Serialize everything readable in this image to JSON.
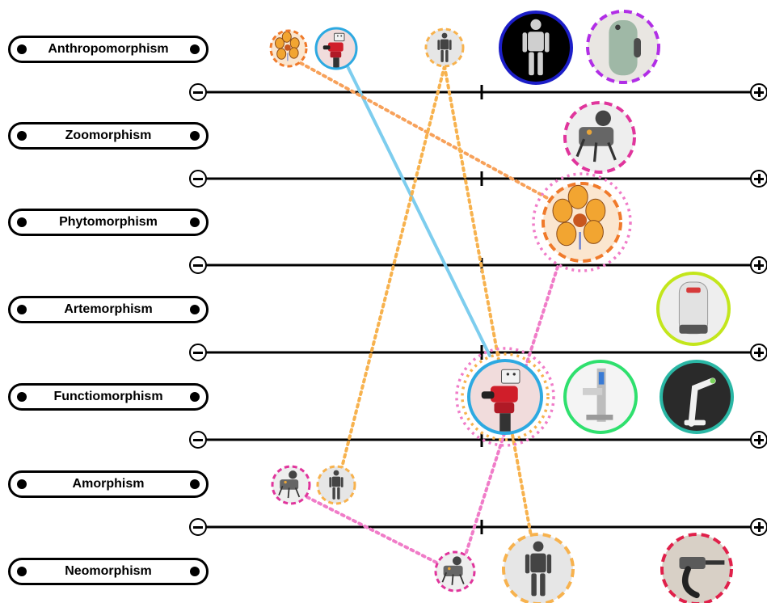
{
  "categories": [
    {
      "id": "anthropomorphism",
      "label": "Anthropomorphism"
    },
    {
      "id": "zoomorphism",
      "label": "Zoomorphism"
    },
    {
      "id": "phytomorphism",
      "label": "Phytomorphism"
    },
    {
      "id": "artemorphism",
      "label": "Artemorphism"
    },
    {
      "id": "functiomorphism",
      "label": "Functiomorphism"
    },
    {
      "id": "amorphism",
      "label": "Amorphism"
    },
    {
      "id": "neomorphism",
      "label": "Neomorphism"
    }
  ],
  "scale": {
    "low_icon": "minus-circle-icon",
    "high_icon": "plus-circle-icon"
  },
  "colors": {
    "orange": "#f07a2a",
    "light_orange": "#f7b24e",
    "blue": "#2da9e1",
    "light_blue": "#7dcdee",
    "magenta": "#e0359c",
    "pink": "#f07cc8",
    "purple": "#b12ee6",
    "navy": "#1c1ec8",
    "lime": "#c3e61c",
    "green": "#2fe06e",
    "teal": "#2ab7a5",
    "red": "#e0204a"
  },
  "robots": [
    {
      "id": "flower-robot-small",
      "icon": "flower-robot-icon",
      "ring": "#f07a2a",
      "fill": "#fbe6cf"
    },
    {
      "id": "industrial-robot-small",
      "icon": "industrial-robot-icon",
      "ring": "#2da9e1",
      "fill": "#f1dcdc"
    },
    {
      "id": "humanoid-small",
      "icon": "humanoid-robot-icon",
      "ring": "#f7b24e",
      "fill": "#e6e6e6"
    },
    {
      "id": "humanoid-dark",
      "icon": "humanoid-robot-icon",
      "ring": "#1c1ec8",
      "fill": "#000000"
    },
    {
      "id": "green-seal-robot",
      "icon": "soft-robot-icon",
      "ring": "#b12ee6",
      "fill": "#e9e6e2"
    },
    {
      "id": "mechanical-creature",
      "icon": "mechanical-creature-icon",
      "ring": "#e0359c",
      "fill": "#eeeeee"
    },
    {
      "id": "flower-robot-large",
      "icon": "flower-robot-icon",
      "ring": "#f07a2a",
      "fill": "#fbe6cf"
    },
    {
      "id": "delivery-robot",
      "icon": "delivery-robot-icon",
      "ring": "#c3e61c",
      "fill": "#eeeeee"
    },
    {
      "id": "industrial-robot-large",
      "icon": "industrial-robot-icon",
      "ring": "#2da9e1",
      "fill": "#f1dcdc"
    },
    {
      "id": "lab-automation-machine",
      "icon": "lab-machine-icon",
      "ring": "#2fe06e",
      "fill": "#f4f4f4"
    },
    {
      "id": "robot-arm",
      "icon": "robot-arm-icon",
      "ring": "#2ab7a5",
      "fill": "#2a2a2a"
    },
    {
      "id": "mechanical-creature-small",
      "icon": "mechanical-creature-icon",
      "ring": "#e0359c",
      "fill": "#eeeeee"
    },
    {
      "id": "humanoid-amorph",
      "icon": "humanoid-robot-icon",
      "ring": "#f7b24e",
      "fill": "#e6e6e6"
    },
    {
      "id": "mechanical-creature-neo",
      "icon": "mechanical-creature-icon",
      "ring": "#e0359c",
      "fill": "#eeeeee"
    },
    {
      "id": "humanoid-neo",
      "icon": "humanoid-robot-icon",
      "ring": "#f7b24e",
      "fill": "#e6e6e6"
    },
    {
      "id": "gun-robot",
      "icon": "gun-robot-icon",
      "ring": "#e0204a",
      "fill": "#d8d0c6"
    }
  ]
}
